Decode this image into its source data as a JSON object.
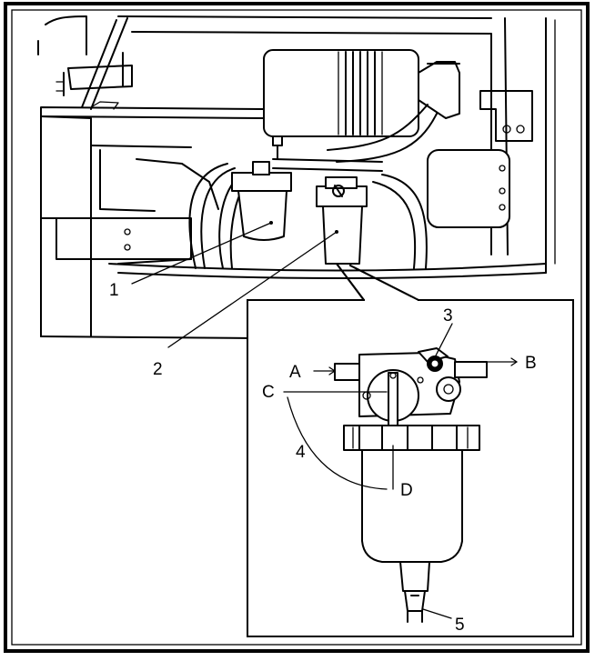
{
  "labels": {
    "part_1": "1",
    "part_2": "2",
    "part_3": "3",
    "part_4": "4",
    "part_5": "5",
    "port_a": "A",
    "port_b": "B",
    "pos_c": "C",
    "pos_d": "D"
  },
  "colors": {
    "ink": "#000000",
    "paper": "#ffffff"
  }
}
